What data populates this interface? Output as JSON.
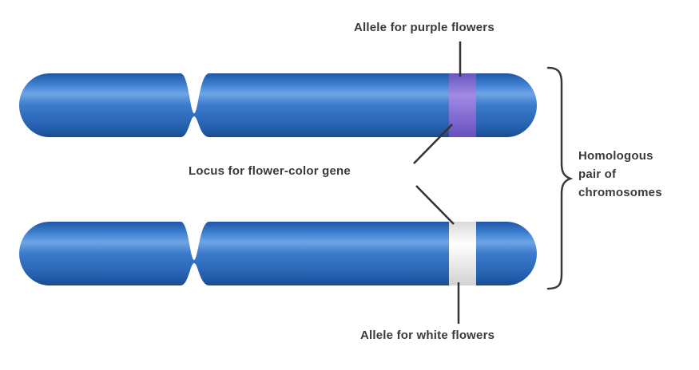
{
  "labels": {
    "purple_allele": "Allele for purple flowers",
    "locus": "Locus for flower-color gene",
    "white_allele": "Allele for white flowers",
    "homologous": [
      "Homologous",
      "pair of",
      "chromosomes"
    ]
  },
  "colors": {
    "chromosome": "#2f6fc2",
    "chromosome_dark": "#1c4f98",
    "chromosome_light": "#5d97de",
    "purple_band": "#8d6fd8",
    "white_band": "#f3f3f3",
    "line": "#333333",
    "text": "#3a3a3a"
  }
}
